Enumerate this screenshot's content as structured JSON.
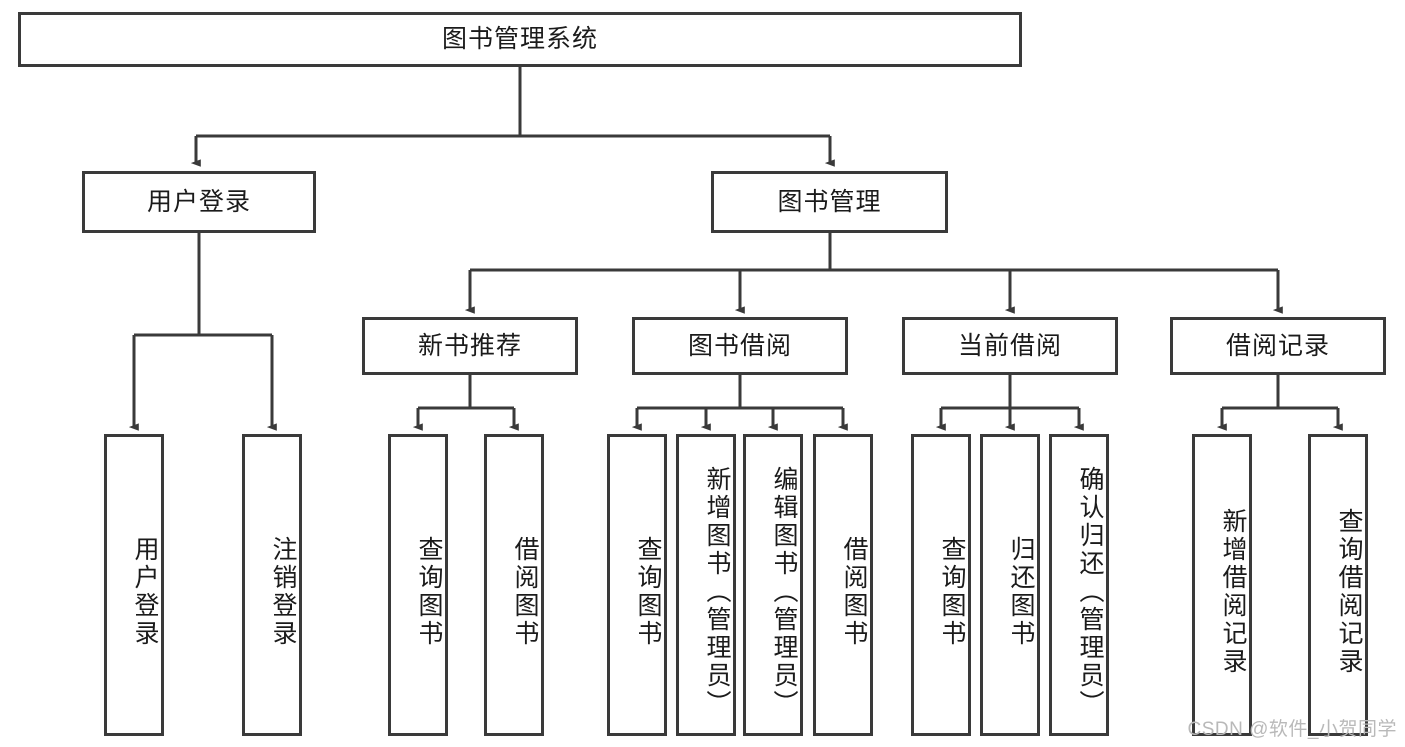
{
  "diagram": {
    "type": "hierarchy-tree",
    "title": "图书管理系统",
    "watermark": "CSDN @软件_小贺同学",
    "colors": {
      "box_border": "#3a3a3a",
      "box_fill": "#ffffff",
      "connector": "#3a3a3a",
      "text": "#1b1b1b",
      "watermark": "#b9b9b9"
    },
    "root": {
      "label": "图书管理系统"
    },
    "level2": [
      {
        "label": "用户登录"
      },
      {
        "label": "图书管理"
      }
    ],
    "level3": [
      {
        "label": "新书推荐"
      },
      {
        "label": "图书借阅"
      },
      {
        "label": "当前借阅"
      },
      {
        "label": "借阅记录"
      }
    ],
    "leaves": {
      "user_login": [
        {
          "label": "用户登录"
        },
        {
          "label": "注销登录"
        }
      ],
      "new_book_recommend": [
        {
          "label": "查询图书"
        },
        {
          "label": "借阅图书"
        }
      ],
      "book_borrow": [
        {
          "label": "查询图书"
        },
        {
          "label": "新增图书（管理员）"
        },
        {
          "label": "编辑图书（管理员）"
        },
        {
          "label": "借阅图书"
        }
      ],
      "current_borrow": [
        {
          "label": "查询图书"
        },
        {
          "label": "归还图书"
        },
        {
          "label": "确认归还（管理员）"
        }
      ],
      "borrow_records": [
        {
          "label": "新增借阅记录"
        },
        {
          "label": "查询借阅记录"
        }
      ]
    }
  }
}
